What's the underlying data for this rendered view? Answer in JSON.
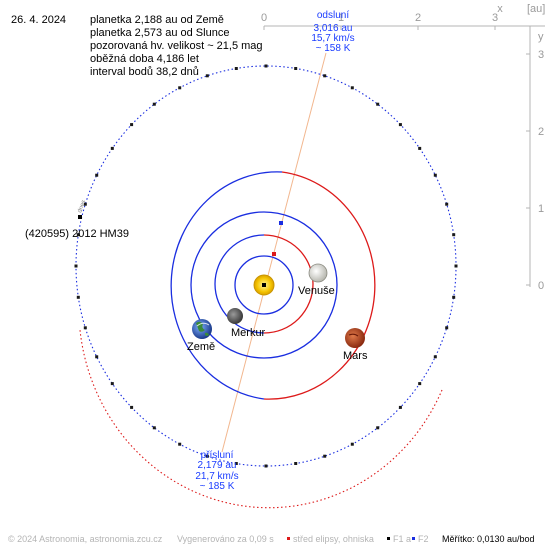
{
  "date": "26. 4. 2024",
  "info_lines": [
    "planetka 2,188 au od Země",
    "planetka 2,573 au od Slunce",
    "pozorovaná hv. velikost ~ 21,5 mag",
    "oběžná doba 4,186 let",
    "interval bodů 38,2 dnů"
  ],
  "object_name": "(420595) 2012 HM39",
  "now_label": "dnes",
  "aphelion": {
    "title": "odsluní",
    "distance": "3,016 au",
    "speed": "15,7 km/s",
    "temperature": "~ 158 K"
  },
  "perihelion": {
    "title": "přísluní",
    "distance": "2,179 au",
    "speed": "21,7 km/s",
    "temperature": "~ 185 K"
  },
  "planets": {
    "venus": "Venuše",
    "mercury": "Merkur",
    "earth": "Země",
    "mars": "Mars"
  },
  "axis": {
    "unit": "[au]",
    "x_letter": "x",
    "y_letter": "y",
    "ticks": [
      "0",
      "1",
      "2",
      "3"
    ]
  },
  "footer": {
    "copyright": "© 2024 Astronomia, astronomia.zcu.cz",
    "generated": "Vygenerováno za 0,09 s",
    "legend_center": "střed elipsy, ohniska",
    "legend_f1": "F1 a",
    "legend_f2": "F2",
    "scale": "Měřítko: 0,0130 au/bod"
  },
  "colors": {
    "orbit_blue": "#1a2ee0",
    "orbit_red": "#dd1a1a",
    "label_blue": "#1a3cff",
    "axis_gray": "#b4b4b4",
    "line_peach": "#f2b78f",
    "sun": "#f5c400"
  },
  "icons": {
    "sun": "sun-icon",
    "venus": "venus-planet-icon",
    "mercury": "mercury-planet-icon",
    "earth": "earth-planet-icon",
    "mars": "mars-planet-icon"
  }
}
